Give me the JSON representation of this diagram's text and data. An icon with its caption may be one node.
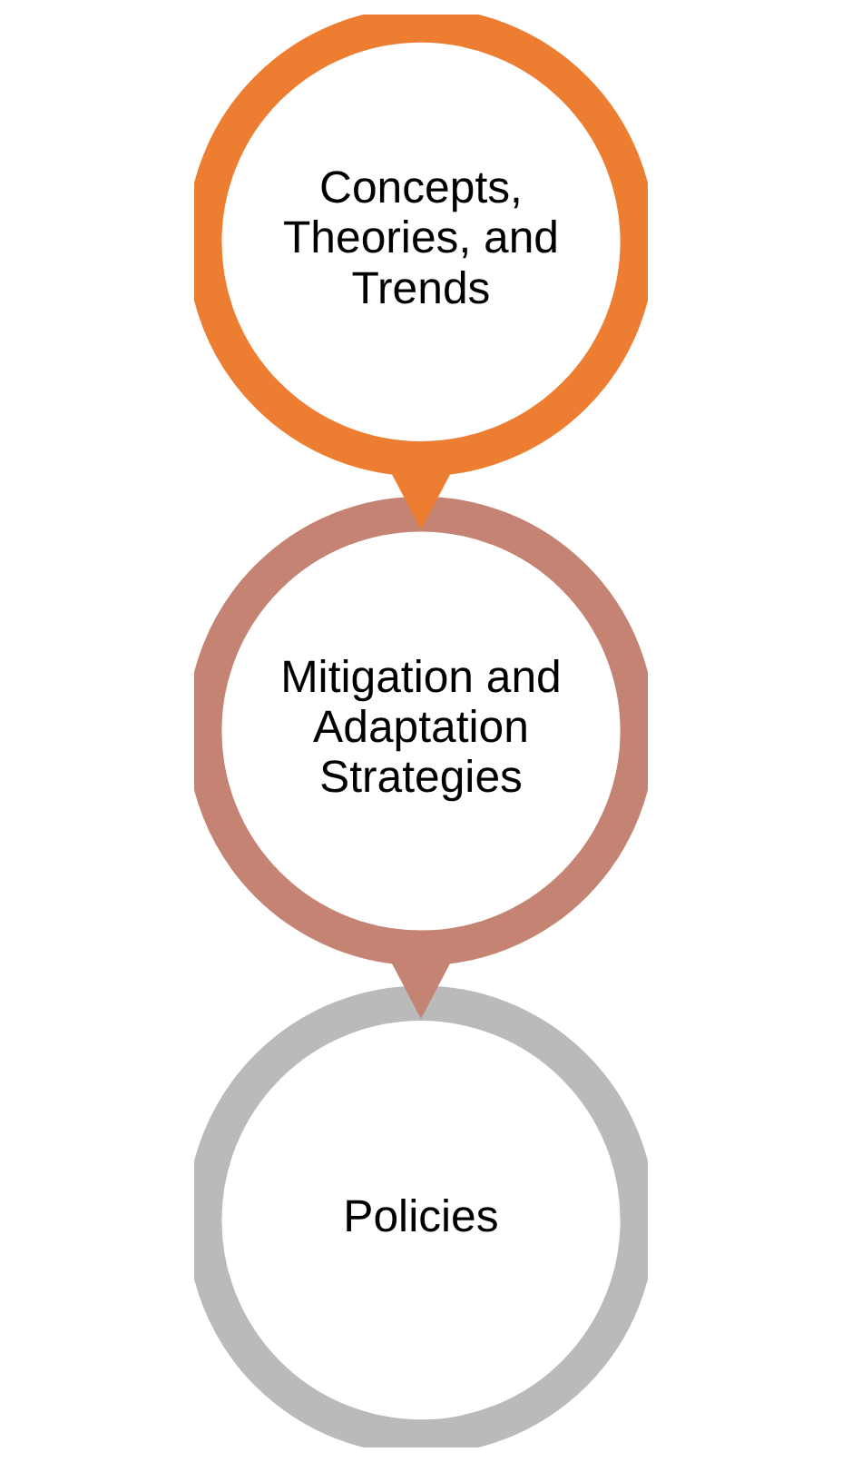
{
  "diagram": {
    "nodes": [
      {
        "text": [
          "Concepts, Theories, and Trends"
        ]
      },
      {
        "text": [
          "Mitigation and Adaptation Strategies"
        ]
      },
      {
        "text": [
          "Policies"
        ]
      }
    ],
    "edges": [
      {
        "from": 0,
        "to": 1,
        "arrow": "to",
        "color": "#ed7d31"
      },
      {
        "from": 1,
        "to": 2,
        "arrow": "to",
        "color": "#c48373"
      }
    ]
  }
}
